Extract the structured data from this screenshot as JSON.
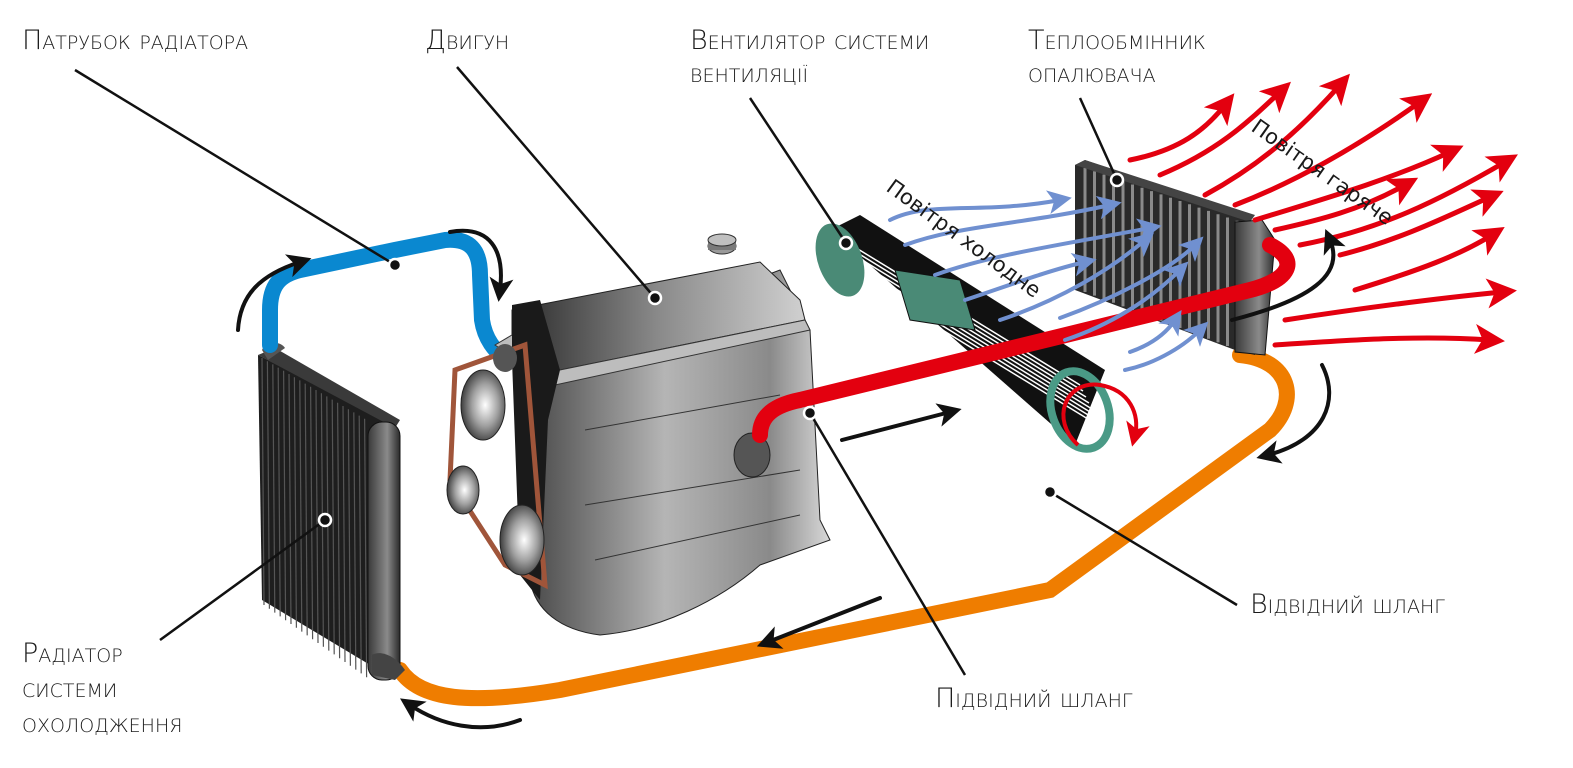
{
  "diagram": {
    "title": "Система охолодження та опалення автомобіля",
    "labels": {
      "radiator_hose": "Патрубок радіатора",
      "engine": "Двигун",
      "ventilation_fan_line1": "Вентилятор системи",
      "ventilation_fan_line2": "вентиляції",
      "heater_core_line1": "Теплообмінник",
      "heater_core_line2": "опалювача",
      "cooling_radiator_line1": "Радіатор",
      "cooling_radiator_line2": "системи",
      "cooling_radiator_line3": "охолодження",
      "return_hose": "Відвідний шланг",
      "supply_hose": "Підвідний шланг",
      "cold_air": "Повітря холодне",
      "hot_air": "Повітря гаряче"
    },
    "colors": {
      "cold_hose": "#0a88d0",
      "hot_hose": "#e3000f",
      "return_hose": "#ef7d00",
      "cold_air": "#7090d0",
      "hot_air": "#e3000f",
      "fan_green": "#4a8a76",
      "belt": "#a0553a",
      "radiator_dark": "#2a2a2a",
      "engine_grey": "#9a9a9a",
      "flow_arrow": "#111111"
    }
  }
}
